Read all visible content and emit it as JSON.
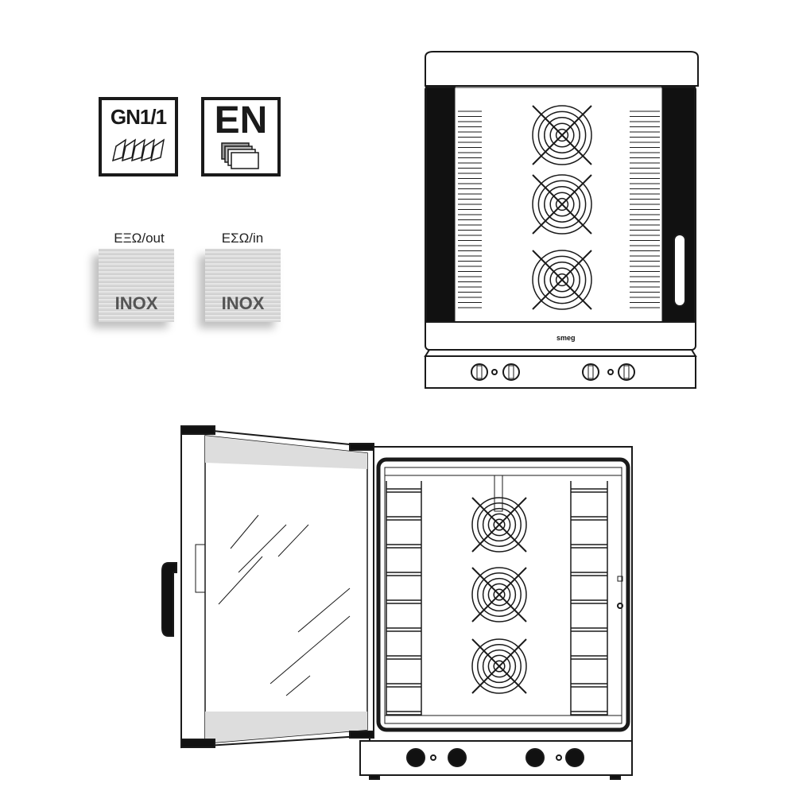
{
  "badges": {
    "gn": "GN1/1",
    "en": "EN"
  },
  "materials": [
    {
      "label": "ΕΞΩ/out",
      "material": "INOX"
    },
    {
      "label": "ΕΣΩ/in",
      "material": "INOX"
    }
  ],
  "brand": "smeg"
}
